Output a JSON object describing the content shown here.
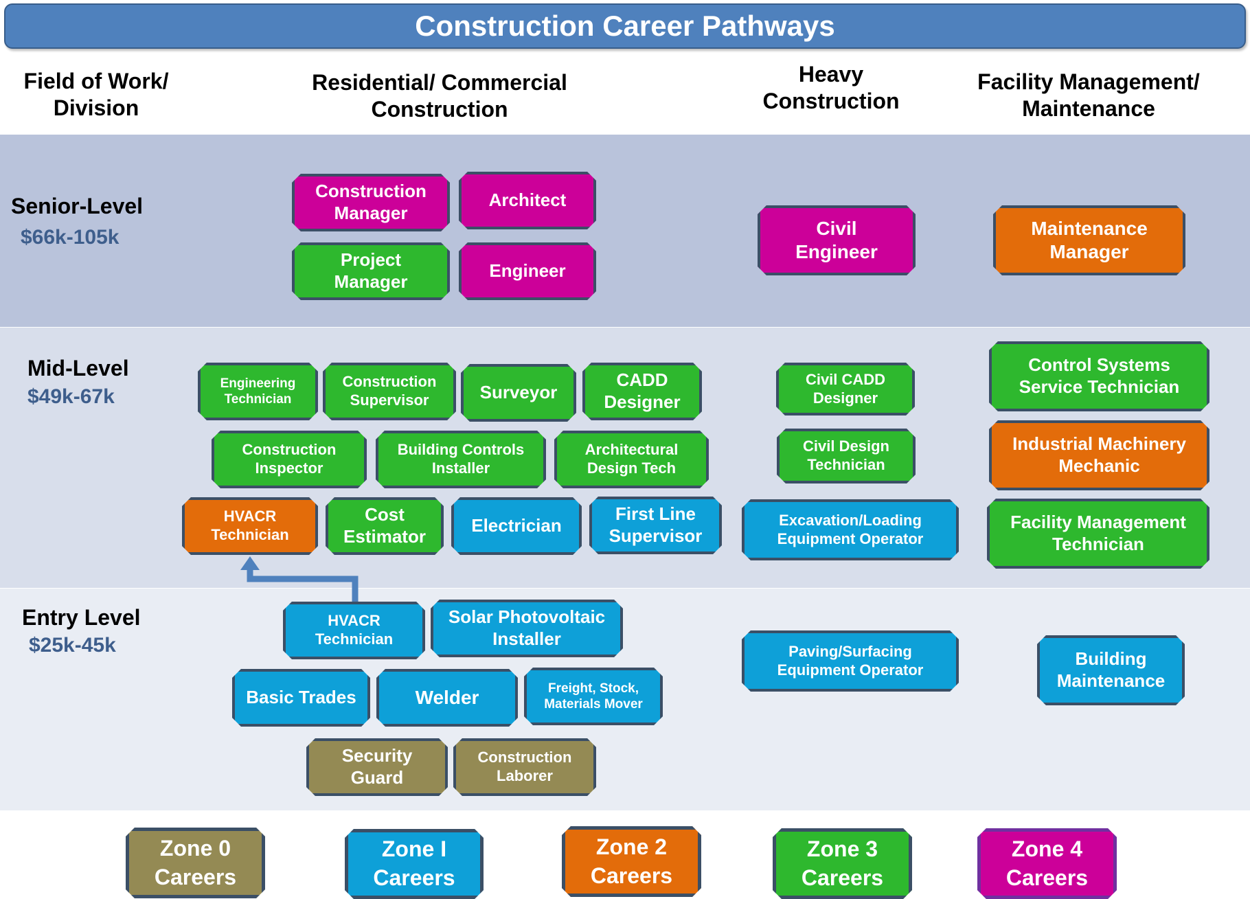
{
  "title": "Construction Career Pathways",
  "headers": {
    "field": "Field of Work/\nDivision",
    "residential": "Residential/ Commercial\nConstruction",
    "heavy": "Heavy\nConstruction",
    "facility": "Facility Management/\nMaintenance"
  },
  "levels": {
    "senior": {
      "name": "Senior-Level",
      "salary": "$66k-105k"
    },
    "mid": {
      "name": "Mid-Level",
      "salary": "$49k-67k"
    },
    "entry": {
      "name": "Entry Level",
      "salary": "$25k-45k"
    }
  },
  "colors": {
    "magenta": "#cc0099",
    "green": "#2eb82e",
    "blue": "#0ea0d8",
    "orange": "#e36c0a",
    "olive": "#948a54",
    "banner": "#4f81bd",
    "arrow": "#4f81bd"
  },
  "careers": {
    "construction_manager": "Construction\nManager",
    "architect": "Architect",
    "project_manager": "Project\nManager",
    "engineer": "Engineer",
    "civil_engineer": "Civil\nEngineer",
    "maintenance_manager": "Maintenance\nManager",
    "engineering_technician": "Engineering\nTechnician",
    "construction_supervisor": "Construction\nSupervisor",
    "surveyor": "Surveyor",
    "cadd_designer": "CADD\nDesigner",
    "construction_inspector": "Construction\nInspector",
    "building_controls_installer": "Building Controls\nInstaller",
    "architectural_design_tech": "Architectural\nDesign Tech",
    "hvacr_technician_mid": "HVACR\nTechnician",
    "cost_estimator": "Cost\nEstimator",
    "electrician": "Electrician",
    "first_line_supervisor": "First Line\nSupervisor",
    "civil_cadd_designer": "Civil CADD\nDesigner",
    "civil_design_technician": "Civil Design\nTechnician",
    "excavation_operator": "Excavation/Loading\nEquipment Operator",
    "control_systems_technician": "Control Systems\nService Technician",
    "industrial_machinery_mechanic": "Industrial Machinery\nMechanic",
    "facility_management_technician": "Facility Management\nTechnician",
    "hvacr_technician_entry": "HVACR\nTechnician",
    "solar_installer": "Solar Photovoltaic\nInstaller",
    "basic_trades": "Basic Trades",
    "welder": "Welder",
    "freight_mover": "Freight, Stock,\nMaterials Mover",
    "security_guard": "Security\nGuard",
    "construction_laborer": "Construction\nLaborer",
    "paving_operator": "Paving/Surfacing\nEquipment Operator",
    "building_maintenance": "Building\nMaintenance"
  },
  "legend": {
    "zone0": "Zone 0\nCareers",
    "zone1": "Zone I\nCareers",
    "zone2": "Zone 2\nCareers",
    "zone3": "Zone 3\nCareers",
    "zone4": "Zone 4\nCareers"
  }
}
